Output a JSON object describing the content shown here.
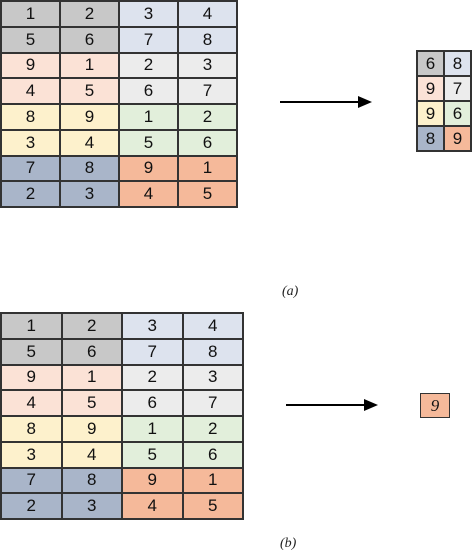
{
  "colors": {
    "gray": "#c8c8c8",
    "blue": "#dde3ee",
    "peach": "#fbe2d6",
    "light_gray": "#ececec",
    "yellow": "#fdf1cc",
    "green": "#e2efdb",
    "slate": "#a9b5c9",
    "orange": "#f5b99a"
  },
  "grid_a": {
    "rows": [
      [
        {
          "v": "1",
          "c": "gray"
        },
        {
          "v": "2",
          "c": "gray"
        },
        {
          "v": "3",
          "c": "blue"
        },
        {
          "v": "4",
          "c": "blue"
        }
      ],
      [
        {
          "v": "5",
          "c": "gray"
        },
        {
          "v": "6",
          "c": "gray"
        },
        {
          "v": "7",
          "c": "blue"
        },
        {
          "v": "8",
          "c": "blue"
        }
      ],
      [
        {
          "v": "9",
          "c": "peach"
        },
        {
          "v": "1",
          "c": "peach"
        },
        {
          "v": "2",
          "c": "light_gray"
        },
        {
          "v": "3",
          "c": "light_gray"
        }
      ],
      [
        {
          "v": "4",
          "c": "peach"
        },
        {
          "v": "5",
          "c": "peach"
        },
        {
          "v": "6",
          "c": "light_gray"
        },
        {
          "v": "7",
          "c": "light_gray"
        }
      ],
      [
        {
          "v": "8",
          "c": "yellow"
        },
        {
          "v": "9",
          "c": "yellow"
        },
        {
          "v": "1",
          "c": "green"
        },
        {
          "v": "2",
          "c": "green"
        }
      ],
      [
        {
          "v": "3",
          "c": "yellow"
        },
        {
          "v": "4",
          "c": "yellow"
        },
        {
          "v": "5",
          "c": "green"
        },
        {
          "v": "6",
          "c": "green"
        }
      ],
      [
        {
          "v": "7",
          "c": "slate"
        },
        {
          "v": "8",
          "c": "slate"
        },
        {
          "v": "9",
          "c": "orange"
        },
        {
          "v": "1",
          "c": "orange"
        }
      ],
      [
        {
          "v": "2",
          "c": "slate"
        },
        {
          "v": "3",
          "c": "slate"
        },
        {
          "v": "4",
          "c": "orange"
        },
        {
          "v": "5",
          "c": "orange"
        }
      ]
    ]
  },
  "result_a": {
    "rows": [
      [
        {
          "v": "6",
          "c": "gray"
        },
        {
          "v": "8",
          "c": "blue"
        }
      ],
      [
        {
          "v": "9",
          "c": "peach"
        },
        {
          "v": "7",
          "c": "light_gray"
        }
      ],
      [
        {
          "v": "9",
          "c": "yellow"
        },
        {
          "v": "6",
          "c": "green"
        }
      ],
      [
        {
          "v": "8",
          "c": "slate"
        },
        {
          "v": "9",
          "c": "orange"
        }
      ]
    ]
  },
  "grid_b": {
    "rows": [
      [
        {
          "v": "1",
          "c": "gray"
        },
        {
          "v": "2",
          "c": "gray"
        },
        {
          "v": "3",
          "c": "blue"
        },
        {
          "v": "4",
          "c": "blue"
        }
      ],
      [
        {
          "v": "5",
          "c": "gray"
        },
        {
          "v": "6",
          "c": "gray"
        },
        {
          "v": "7",
          "c": "blue"
        },
        {
          "v": "8",
          "c": "blue"
        }
      ],
      [
        {
          "v": "9",
          "c": "peach"
        },
        {
          "v": "1",
          "c": "peach"
        },
        {
          "v": "2",
          "c": "light_gray"
        },
        {
          "v": "3",
          "c": "light_gray"
        }
      ],
      [
        {
          "v": "4",
          "c": "peach"
        },
        {
          "v": "5",
          "c": "peach"
        },
        {
          "v": "6",
          "c": "light_gray"
        },
        {
          "v": "7",
          "c": "light_gray"
        }
      ],
      [
        {
          "v": "8",
          "c": "yellow"
        },
        {
          "v": "9",
          "c": "yellow"
        },
        {
          "v": "1",
          "c": "green"
        },
        {
          "v": "2",
          "c": "green"
        }
      ],
      [
        {
          "v": "3",
          "c": "yellow"
        },
        {
          "v": "4",
          "c": "yellow"
        },
        {
          "v": "5",
          "c": "green"
        },
        {
          "v": "6",
          "c": "green"
        }
      ],
      [
        {
          "v": "7",
          "c": "slate"
        },
        {
          "v": "8",
          "c": "slate"
        },
        {
          "v": "9",
          "c": "orange"
        },
        {
          "v": "1",
          "c": "orange"
        }
      ],
      [
        {
          "v": "2",
          "c": "slate"
        },
        {
          "v": "3",
          "c": "slate"
        },
        {
          "v": "4",
          "c": "orange"
        },
        {
          "v": "5",
          "c": "orange"
        }
      ]
    ]
  },
  "result_b": {
    "value": "9",
    "color": "orange"
  },
  "captions": {
    "a": "(a)",
    "b": "(b)"
  }
}
